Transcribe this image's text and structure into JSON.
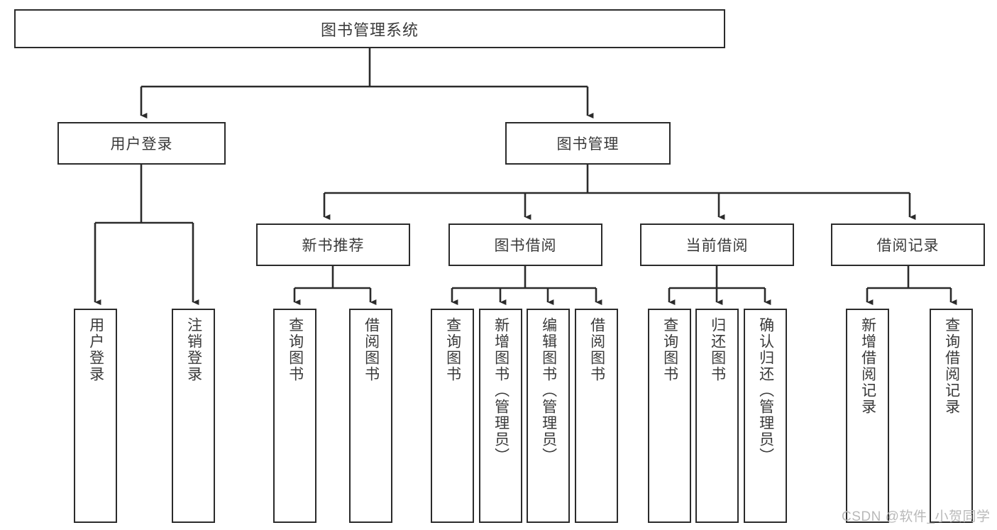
{
  "diagram": {
    "title": "图书管理系统",
    "watermark": "CSDN @软件_小贺同学",
    "colors": {
      "box_border": "#2b2b2b",
      "box_fill": "#ffffff",
      "connector": "#2b2b2b",
      "text": "#3a3a3a",
      "watermark": "#b9b9b9",
      "background": "#ffffff"
    },
    "root": {
      "label": "图书管理系统"
    },
    "level2": [
      {
        "label": "用户登录"
      },
      {
        "label": "图书管理"
      }
    ],
    "level3": [
      {
        "label": "新书推荐"
      },
      {
        "label": "图书借阅"
      },
      {
        "label": "当前借阅"
      },
      {
        "label": "借阅记录"
      }
    ],
    "leaves": {
      "user_login": [
        {
          "label": "用户登录"
        },
        {
          "label": "注销登录"
        }
      ],
      "new_book_recommend": [
        {
          "label": "查询图书"
        },
        {
          "label": "借阅图书"
        }
      ],
      "book_borrow": [
        {
          "label": "查询图书"
        },
        {
          "label": "新增图书（管理员）"
        },
        {
          "label": "编辑图书（管理员）"
        },
        {
          "label": "借阅图书"
        }
      ],
      "current_borrow": [
        {
          "label": "查询图书"
        },
        {
          "label": "归还图书"
        },
        {
          "label": "确认归还（管理员）"
        }
      ],
      "borrow_record": [
        {
          "label": "新增借阅记录"
        },
        {
          "label": "查询借阅记录"
        }
      ]
    }
  }
}
